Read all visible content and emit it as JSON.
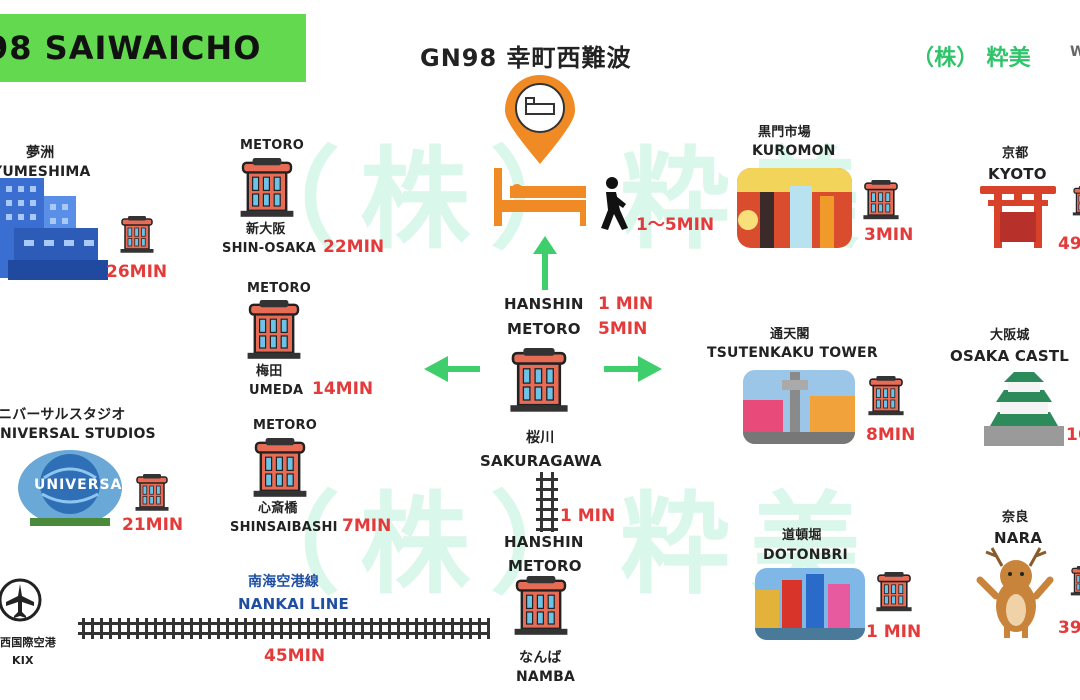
{
  "header": {
    "title": "98 SAIWAICHO",
    "hotel_title": "GN98 幸町西難波",
    "brand": "（株） 粋美",
    "brand_tail": "W",
    "watermark_line1": "（株）粋美",
    "watermark_line2": "（株）粋美"
  },
  "hotel": {
    "walk_time": "1～5MIN"
  },
  "sakuragawa": {
    "line_upper": "HANSHIN",
    "line_lower": "METORO",
    "time_hanshin": "1 MIN",
    "time_metoro": "5MIN",
    "name_jp": "桜川",
    "name_en": "SAKURAGAWA",
    "rail_time": "1 MIN"
  },
  "namba": {
    "line_upper": "HANSHIN",
    "line_lower": "METORO",
    "name_jp": "なんば",
    "name_en": "NAMBA"
  },
  "stations_left": [
    {
      "line": "METORO",
      "jp": "新大阪",
      "en": "SHIN-OSAKA",
      "time": "22MIN"
    },
    {
      "line": "METORO",
      "jp": "梅田",
      "en": "UMEDA",
      "time": "14MIN"
    },
    {
      "line": "METORO",
      "jp": "心斎橋",
      "en": "SHINSAIBASHI",
      "time": "7MIN"
    }
  ],
  "far_left": [
    {
      "jp": "夢洲",
      "en": "YUMESHIMA",
      "time": "26MIN"
    },
    {
      "jp": "ニバーサルスタジオ",
      "en": "NIVERSAL STUDIOS",
      "time": "21MIN",
      "badge": "UNIVERSAL"
    }
  ],
  "airport": {
    "jp": "西国際空港",
    "en": "KIX",
    "line_jp": "南海空港線",
    "line_en": "NANKAI LINE",
    "time": "45MIN"
  },
  "right_mid": [
    {
      "jp": "黒門市場",
      "en": "KUROMON",
      "time": "3MIN"
    },
    {
      "jp": "通天閣",
      "en": "TSUTENKAKU TOWER",
      "time": "8MIN"
    },
    {
      "jp": "道頓堀",
      "en": "DOTONBRI",
      "time": "1 MIN"
    }
  ],
  "right_far": [
    {
      "jp": "京都",
      "en": "KYOTO",
      "time": "49"
    },
    {
      "jp": "大阪城",
      "en": "OSAKA CASTL",
      "time": "16"
    },
    {
      "jp": "奈良",
      "en": "NARA",
      "time": "39"
    }
  ],
  "colors": {
    "accent_green": "#62d94f",
    "arrow_green": "#3ecf6c",
    "time_red": "#e43a3a",
    "pin_orange": "#f08a24",
    "line_blue": "#1f4fa3",
    "brand_green": "#2fc36a"
  }
}
